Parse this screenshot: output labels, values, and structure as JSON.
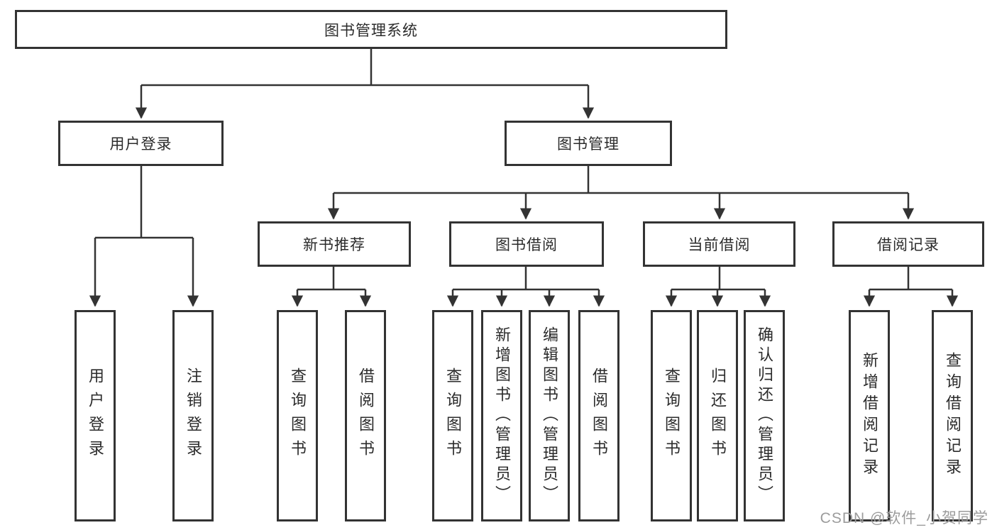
{
  "diagram": {
    "type": "tree",
    "root": {
      "label": "图书管理系统"
    },
    "level2": [
      {
        "label": "用户登录"
      },
      {
        "label": "图书管理"
      }
    ],
    "level3": [
      {
        "label": "新书推荐",
        "parent": "图书管理"
      },
      {
        "label": "图书借阅",
        "parent": "图书管理"
      },
      {
        "label": "当前借阅",
        "parent": "图书管理"
      },
      {
        "label": "借阅记录",
        "parent": "图书管理"
      }
    ],
    "leaves": [
      {
        "label": "用户登录",
        "parent": "用户登录"
      },
      {
        "label": "注销登录",
        "parent": "用户登录"
      },
      {
        "label": "查询图书",
        "parent": "新书推荐"
      },
      {
        "label": "借阅图书",
        "parent": "新书推荐"
      },
      {
        "label": "查询图书",
        "parent": "图书借阅"
      },
      {
        "label": "新增图书（管理员）",
        "parent": "图书借阅"
      },
      {
        "label": "编辑图书（管理员）",
        "parent": "图书借阅"
      },
      {
        "label": "借阅图书",
        "parent": "图书借阅"
      },
      {
        "label": "查询图书",
        "parent": "当前借阅"
      },
      {
        "label": "归还图书",
        "parent": "当前借阅"
      },
      {
        "label": "确认归还（管理员）",
        "parent": "当前借阅"
      },
      {
        "label": "新增借阅记录",
        "parent": "借阅记录"
      },
      {
        "label": "查询借阅记录",
        "parent": "借阅记录"
      }
    ]
  },
  "colors": {
    "line": "#333333",
    "box_border": "#333333",
    "box_background": "#ffffff",
    "text": "#2b2b2b",
    "watermark": "#9c9c9c"
  },
  "watermark": {
    "text": "CSDN @软件_小贺同学"
  }
}
